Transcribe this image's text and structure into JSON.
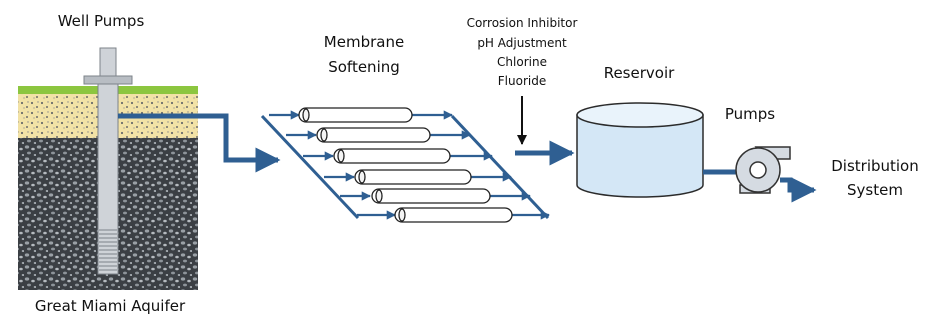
{
  "labels": {
    "well_pumps": "Well Pumps",
    "membrane_line1": "Membrane",
    "membrane_line2": "Softening",
    "chem_line1": "Corrosion Inhibitor",
    "chem_line2": "pH Adjustment",
    "chem_line3": "Chlorine",
    "chem_line4": "Fluoride",
    "reservoir": "Reservoir",
    "pumps": "Pumps",
    "distribution_line1": "Distribution",
    "distribution_line2": "System",
    "aquifer": "Great Miami Aquifer"
  },
  "colors": {
    "pipe": "#2f5f92",
    "grass": "#8cc63f",
    "sand": "#f2e2a6",
    "rock": "#3b3f44",
    "reservoir_fill": "#d4e7f6",
    "well_casing": "#cfd3d8"
  }
}
